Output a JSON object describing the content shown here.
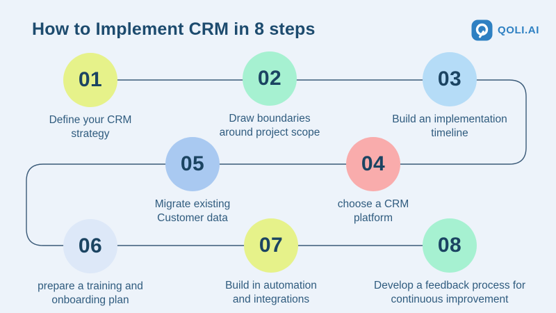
{
  "header": {
    "title": "How to Implement CRM in 8 steps",
    "logo_text": "QOLI.AI"
  },
  "colors": {
    "background": "#edf3fa",
    "title_text": "#1d4b6e",
    "label_text": "#2f5b7e",
    "number_text": "#1b4462",
    "logo_blue": "#2e80c2",
    "line": "#3a5a78"
  },
  "connector": {
    "color": "#3a5a78"
  },
  "steps": [
    {
      "number": "01",
      "label": "Define your CRM\nstrategy",
      "color": "#e6f28a"
    },
    {
      "number": "02",
      "label": "Draw boundaries\naround project scope",
      "color": "#a6f1d1"
    },
    {
      "number": "03",
      "label": "Build an implementation\ntimeline",
      "color": "#b5dcf7"
    },
    {
      "number": "04",
      "label": "choose a CRM\nplatform",
      "color": "#f9acac"
    },
    {
      "number": "05",
      "label": "Migrate existing\nCustomer data",
      "color": "#a9c9f1"
    },
    {
      "number": "06",
      "label": "prepare a training and\nonboarding plan",
      "color": "#dde8f8"
    },
    {
      "number": "07",
      "label": "Build in automation\nand integrations",
      "color": "#e6f28a"
    },
    {
      "number": "08",
      "label": "Develop a feedback process for\ncontinuous improvement",
      "color": "#a6f1d1"
    }
  ]
}
